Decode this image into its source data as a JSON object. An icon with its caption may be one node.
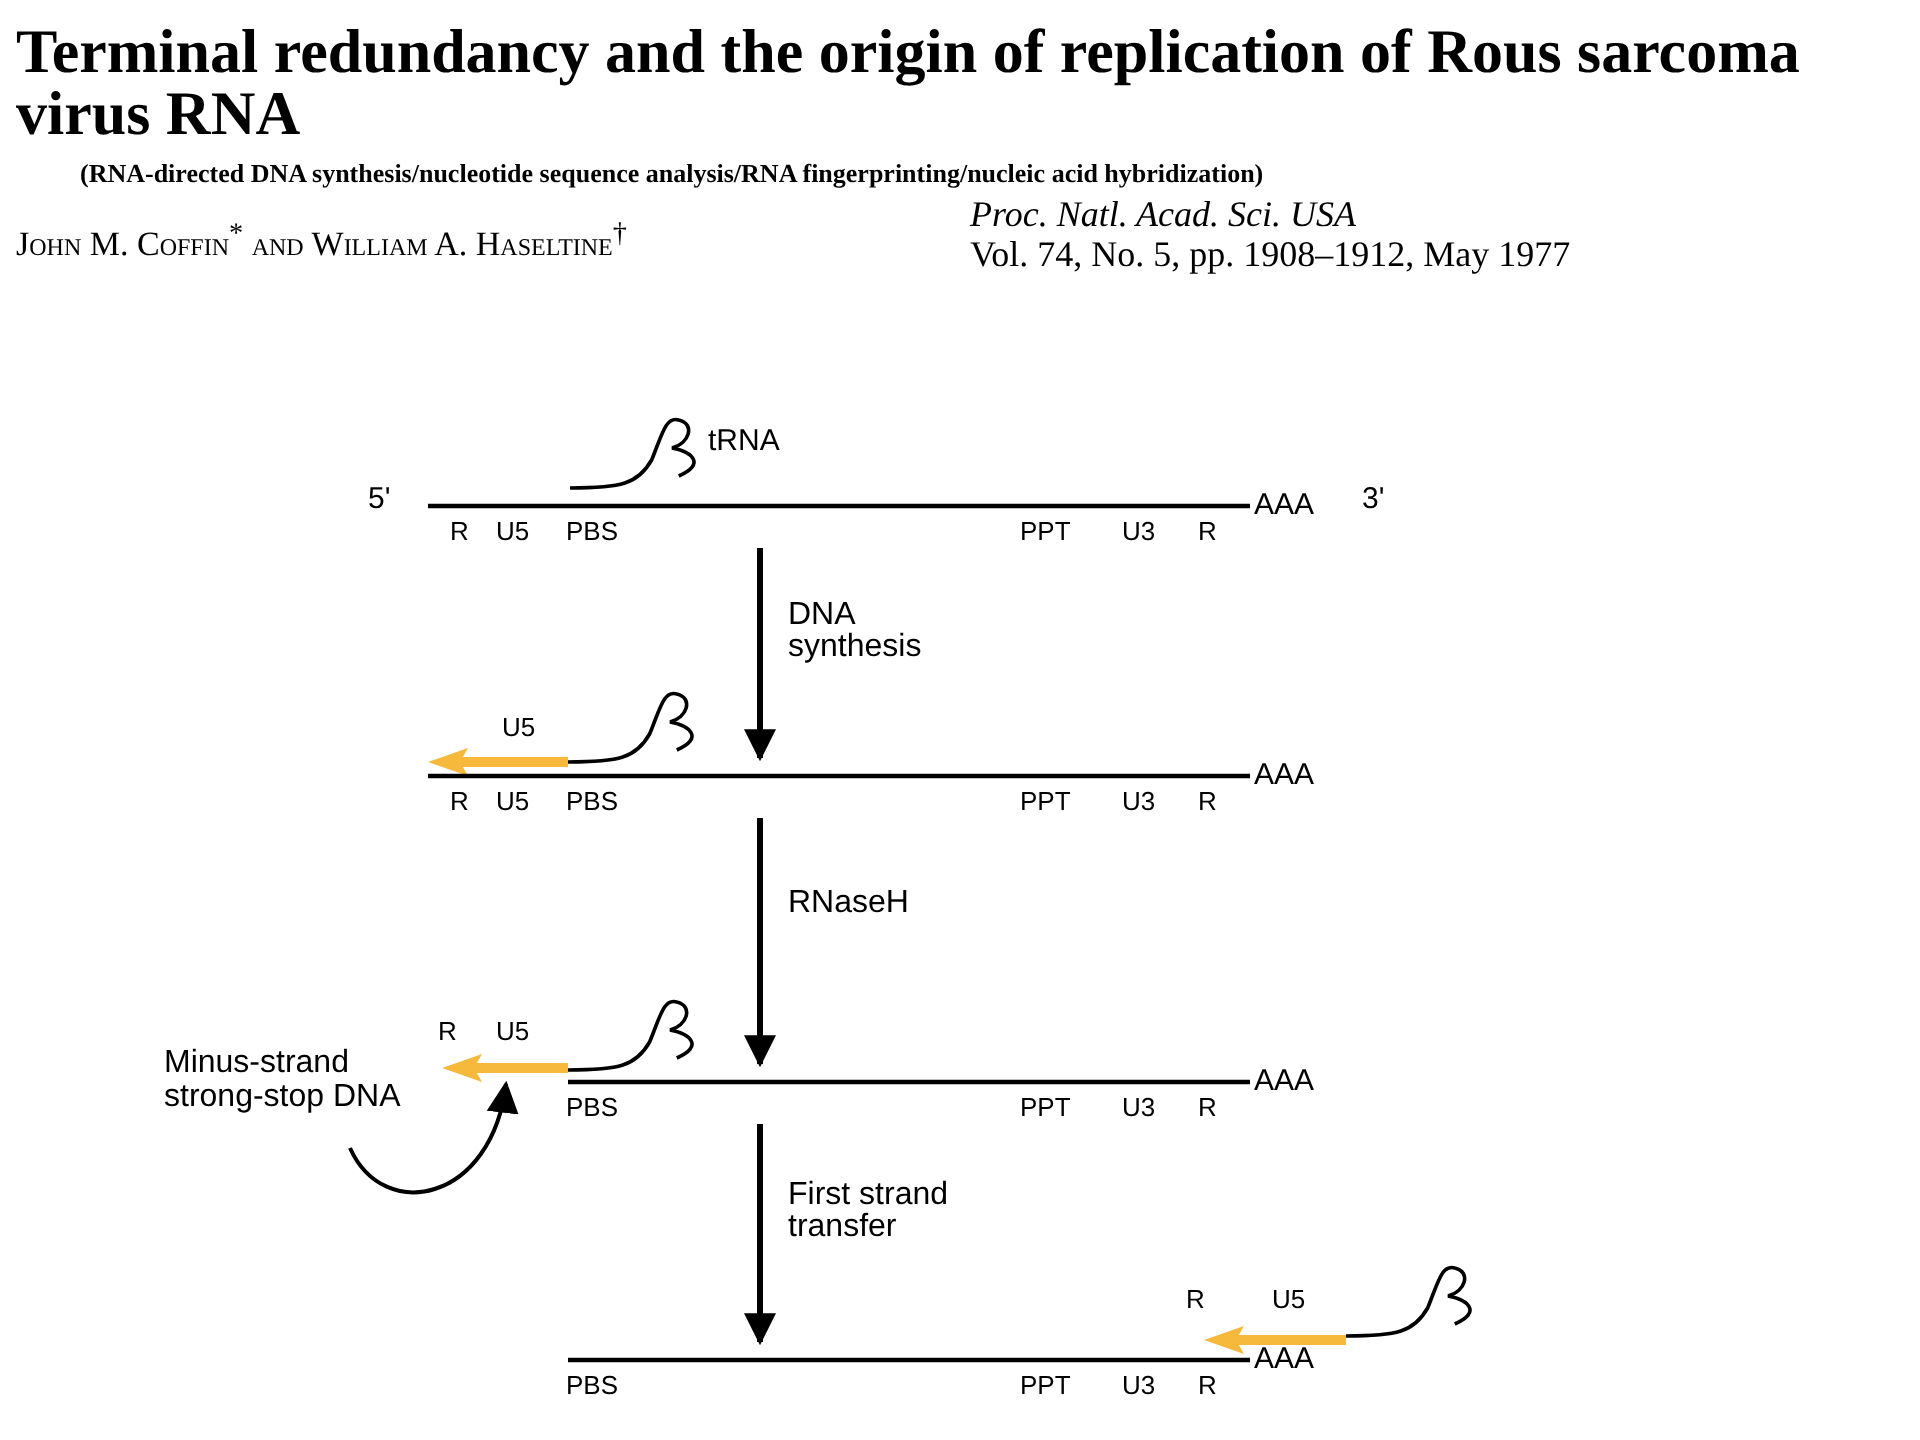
{
  "diagram": {
    "title": "Terminal redundancy and the origin of replication of Rous sarcoma virus RNA",
    "nodes": [
      {
        "text": [],
        "shape": "line",
        "beside": [
          "5'",
          "AAA",
          "3'",
          "R",
          "U5",
          "PBS",
          "PPT",
          "U3",
          "R"
        ]
      },
      {
        "text": [],
        "shape": "arrow",
        "beside": [
          "U5"
        ]
      },
      {
        "text": [],
        "shape": "line",
        "beside": [
          "AAA",
          "R",
          "U5",
          "PBS",
          "PPT",
          "U3",
          "R"
        ]
      },
      {
        "text": [],
        "shape": "arrow",
        "beside": [
          "R",
          "U5"
        ]
      },
      {
        "text": [
          "Minus-strand strong-stop DNA"
        ]
      },
      {
        "text": [],
        "shape": "line",
        "beside": [
          "AAA",
          "PBS",
          "PPT",
          "U3",
          "R"
        ]
      },
      {
        "text": [],
        "shape": "arrow",
        "beside": [
          "R",
          "U5"
        ]
      },
      {
        "text": [],
        "shape": "line",
        "beside": [
          "AAA",
          "PBS",
          "PPT",
          "U3",
          "R"
        ]
      }
    ],
    "edges": [
      {
        "from": 0,
        "to": 2,
        "arrow": "to",
        "label": "DNA synthesis"
      },
      {
        "from": 2,
        "to": 5,
        "arrow": "to",
        "label": "RNaseH"
      },
      {
        "from": 5,
        "to": 7,
        "arrow": "to",
        "label": "First strand transfer"
      },
      {
        "from": 4,
        "to": 3,
        "arrow": "to"
      }
    ],
    "labels": [
      "(RNA-directed DNA synthesis/nucleotide sequence analysis/RNA fingerprinting/nucleic acid hybridization)",
      "John M. Coffin$^{*}$ and William A. Haseltine$^{†}$",
      "Proc. Natl. Acad. Sci. USA",
      "Vol. 74, No. 5, pp. 1908–1912, May 1977",
      "tRNA"
    ]
  }
}
